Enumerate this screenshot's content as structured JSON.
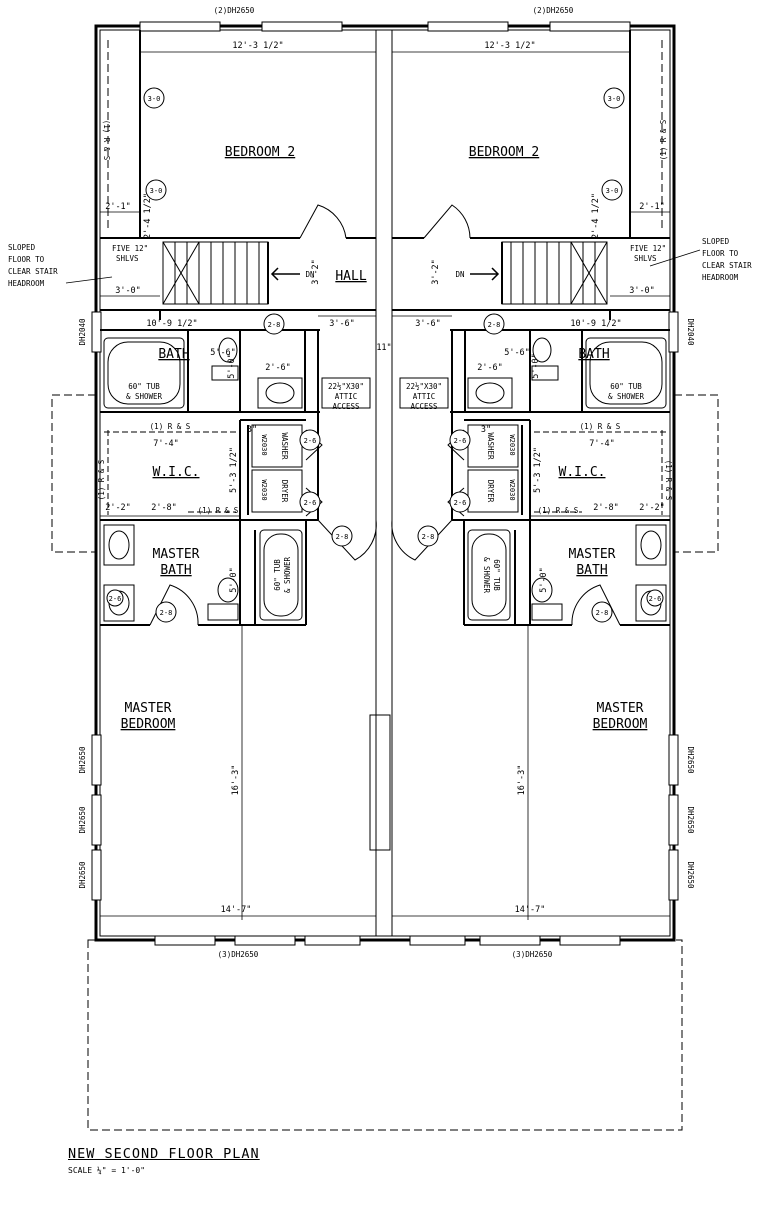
{
  "top_windows": [
    "(2)DH2650",
    "(2)DH2650"
  ],
  "bottom_windows": [
    "(3)DH2650",
    "(3)DH2650"
  ],
  "left_windows": [
    "DH2040",
    "DH2650",
    "DH2650",
    "DH2650"
  ],
  "right_windows": [
    "DH2040",
    "DH2650",
    "DH2650",
    "DH2650"
  ],
  "rooms": {
    "bedroom2": "BEDROOM 2",
    "hall": "HALL",
    "bath": "BATH",
    "wic": "W.I.C.",
    "master_bath_1": "MASTER",
    "master_bath_2": "BATH",
    "master_bedroom_1": "MASTER",
    "master_bedroom_2": "BEDROOM"
  },
  "notes": {
    "sloped": [
      "SLOPED",
      "FLOOR TO",
      "CLEAR STAIR",
      "HEADROOM"
    ],
    "shelves": [
      "FIVE 12\"",
      "SHLVS"
    ],
    "attic": [
      "22½\"X30\"",
      "ATTIC",
      "ACCESS"
    ],
    "tub": [
      "60\" TUB",
      "& SHOWER"
    ],
    "washer": "WASHER",
    "dryer": "DRYER",
    "w2030": "W2030",
    "rs": "(1) R & S",
    "dn": "DN"
  },
  "door_tags": {
    "d30": "3-0",
    "d28": "2-8",
    "d26": "2-6"
  },
  "dims": {
    "bed_w": "12'-3 1/2\"",
    "d21": "2'-1\"",
    "d24": "2'-4 1/2\"",
    "d32": "3'-2\"",
    "d30": "3'-0\"",
    "bath_w": "10'-9 1/2\"",
    "d56": "5'-6\"",
    "d36": "3'-6\"",
    "d11": "11\"",
    "d26": "2'-6\"",
    "d50": "5'-0\"",
    "d74": "7'-4\"",
    "d53": "5'-3 1/2\"",
    "d22": "2'-2\"",
    "d28": "2'-8\"",
    "d163": "16'-3\"",
    "d147": "14'-7\"",
    "d3": "3\""
  },
  "title": "NEW SECOND FLOOR PLAN",
  "scale": "SCALE ¼\" = 1'-0\""
}
